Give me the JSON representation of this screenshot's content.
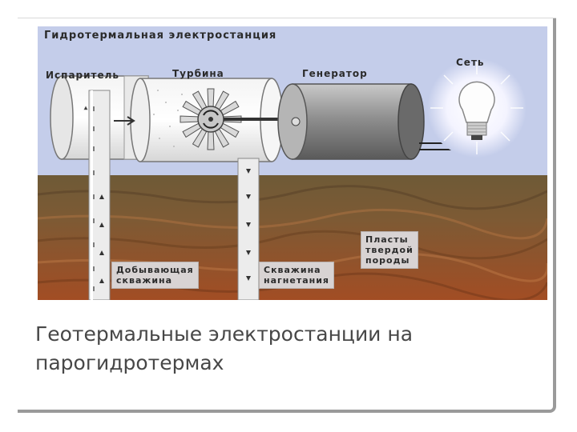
{
  "diagram": {
    "title": "Гидротермальная электростанция",
    "labels": {
      "evaporator": "Испаритель",
      "turbine": "Турбина",
      "generator": "Генератор",
      "grid": "Сеть"
    },
    "boxes": {
      "production_well": [
        "Добывающая",
        "скважина"
      ],
      "injection_well": [
        "Скважина",
        "нагнетания"
      ],
      "rock_layers": [
        "Пласты",
        "твердой",
        "породы"
      ]
    },
    "colors": {
      "sky": "#c4cdea",
      "soil_top": "#6e5a37",
      "soil_bottom": "#9b4d26"
    }
  },
  "caption": [
    "Геотермальные электростанции на",
    "парогидротермах"
  ]
}
